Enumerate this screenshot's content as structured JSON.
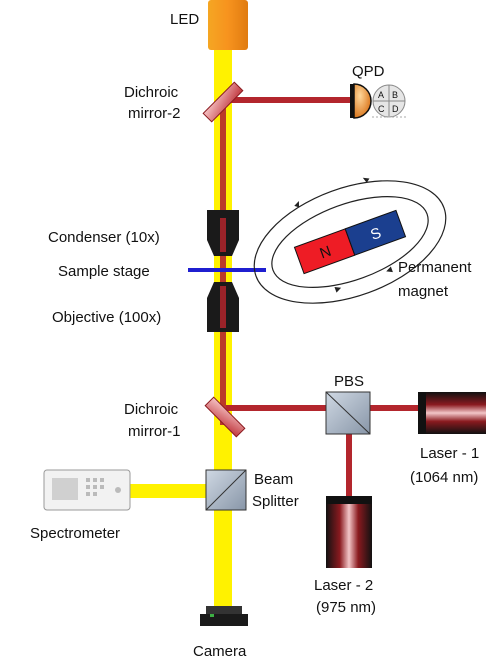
{
  "labels": {
    "led": "LED",
    "qpd": "QPD",
    "qpd_quadrants": [
      "A",
      "B",
      "C",
      "D"
    ],
    "dichroic_mirror_2_line1": "Dichroic",
    "dichroic_mirror_2_line2": "mirror-2",
    "condenser": "Condenser (10x)",
    "sample_stage": "Sample stage",
    "objective": "Objective (100x)",
    "permanent_magnet_line1": "Permanent",
    "permanent_magnet_line2": "magnet",
    "magnet_north": "N",
    "magnet_south": "S",
    "dichroic_mirror_1_line1": "Dichroic",
    "dichroic_mirror_1_line2": "mirror-1",
    "pbs": "PBS",
    "laser_1_line1": "Laser - 1",
    "laser_1_line2": "(1064 nm)",
    "beam_splitter_line1": "Beam",
    "beam_splitter_line2": "Splitter",
    "spectrometer": "Spectrometer",
    "laser_2_line1": "Laser - 2",
    "laser_2_line2": "(975 nm)",
    "camera": "Camera"
  },
  "colors": {
    "led_body": "#f7931e",
    "visible_beam": "#fff200",
    "laser_beam": "#b3262d",
    "sample_stage": "#1f1fd0",
    "magnet_north": "#ee1c25",
    "magnet_south": "#1b3f8f",
    "optics_black": "#1a1a1a",
    "field_lines": "#222222"
  }
}
